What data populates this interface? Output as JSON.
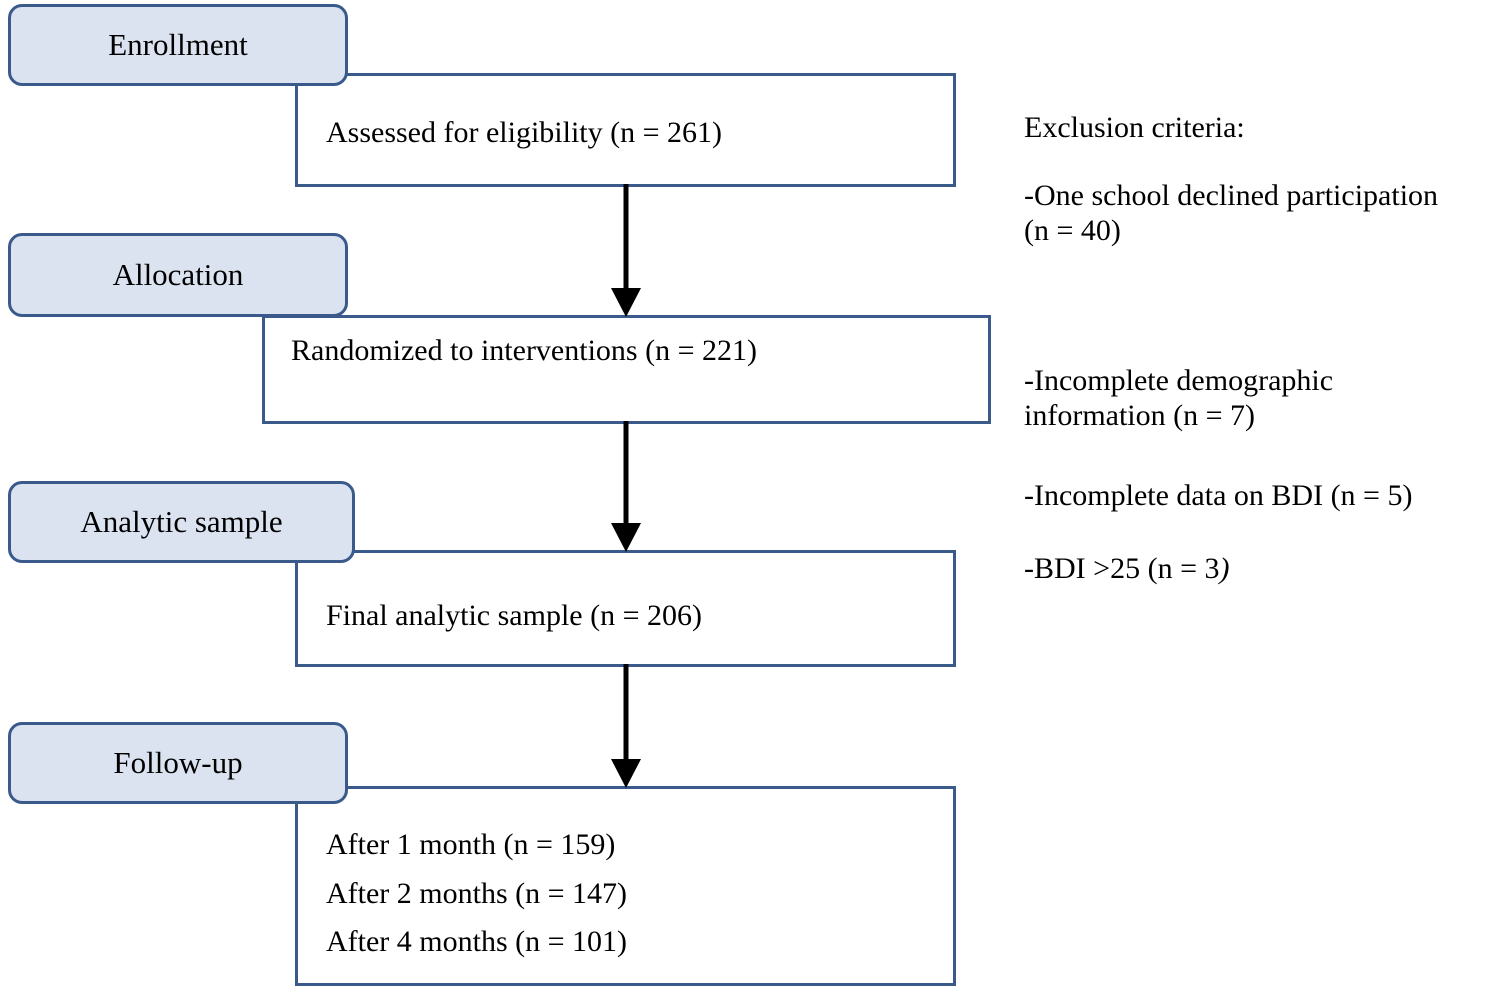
{
  "diagram": {
    "kind": "consort-participant-flow-diagram",
    "background_color": "#ffffff",
    "accent_border_color": "#3a5a8c",
    "stage_fill_color": "#dce3f0",
    "arrow_color": "#000000",
    "text_color": "#000000"
  },
  "stages": [
    {
      "id": "enrollment",
      "label": "Enrollment"
    },
    {
      "id": "allocation",
      "label": "Allocation"
    },
    {
      "id": "analytic-sample",
      "label": "Analytic sample"
    },
    {
      "id": "follow-up",
      "label": "Follow-up"
    }
  ],
  "boxes": [
    {
      "id": "assessed",
      "lines": [
        "Assessed for eligibility (n = 261)"
      ]
    },
    {
      "id": "randomized",
      "lines": [
        "Randomized to interventions (n = 221)"
      ]
    },
    {
      "id": "final-analytic",
      "lines": [
        "Final analytic sample (n = 206)"
      ]
    },
    {
      "id": "followup-results",
      "lines": [
        "After 1 month (n = 159)",
        "After 2 months (n = 147)",
        "After 4 months (n = 101)"
      ]
    }
  ],
  "notes": {
    "heading": "Exclusion criteria:",
    "items": [
      "-One school declined participation (n = 40)",
      "-Incomplete demographic information (n = 7)",
      "-Incomplete data on BDI (n = 5)",
      "-BDI >25 (n = 3)"
    ],
    "item_bdi_prefix": "-BDI >25 (n = 3",
    "item_bdi_suffix": ")"
  },
  "flow_counts": {
    "assessed_for_eligibility": 261,
    "randomized_to_interventions": 221,
    "final_analytic_sample": 206,
    "followup_1_month": 159,
    "followup_2_months": 147,
    "followup_4_months": 101,
    "excluded_school_declined": 40,
    "excluded_incomplete_demographic": 7,
    "excluded_incomplete_bdi": 5,
    "excluded_bdi_over_25": 3
  }
}
